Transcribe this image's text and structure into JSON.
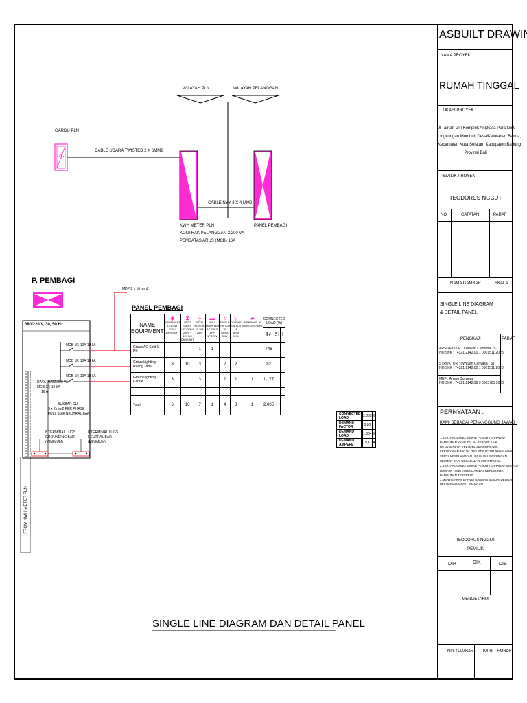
{
  "title_block": {
    "heading": "ASBUILT DRAWING",
    "nama_proyek_label": "NAMA PROYEK :",
    "nama_proyek": "RUMAH TINGGAL",
    "lokasi_label": "LOKASI PROYEK :",
    "lokasi_lines": [
      "Jl Taman Giri Komplek Angkasa Pura No 9",
      "Lingkungan Mumbul, Desa/Kelurahan Benoa,",
      "Kecamatan Kuta Selatan, Kabupaten Badung",
      "Provinsi Bali"
    ],
    "pemilik_label": "PEMILIK PROYEK",
    "pemilik": "TEODORUS NGGUT",
    "col_no": "NO",
    "col_catatan": "CATATAN",
    "col_paraf": "PARAF",
    "nama_gambar_label": "NAMA GAMBAR",
    "skala_label": "SKALA",
    "nama_gambar_lines": [
      "SINGLE LINE DIAGRAM",
      "& DETAIL PANEL"
    ],
    "pengkaji_label": "PENGKAJI",
    "paraf_label": "PARAF",
    "pengkaji": [
      {
        "role": "ARSITEKTUR",
        "name": ": I Wayan Cahyasa . ST",
        "skk": "NO.SKK     : 74321 2142.00 1 0001511 2023"
      },
      {
        "role": "STRUKTUR",
        "name": ": I Wayan Cahyasa . ST",
        "skk": "NO.SKK     : 74321 2142.00 1 0001511 2023"
      },
      {
        "role": "MEP",
        "name": ": Anang Suryana",
        "skk": "NO.SKK     : 74321 2142.99 9 0003781 2023"
      }
    ],
    "pernyataan_label": "PERNYATAAN :",
    "pernyataan_sub": "KAMI SEBAGAI PENANGGUNG JAWAB :",
    "pernyataan_items": [
      "1.BERTANGGUNG  JAWAB  PENUH  TERHADAP",
      "BANGUNAN  YANG  TELAH  BERDIRI  BAIK",
      "MENYANGKUT     KEKUATAN     KONSTRUKSI,",
      "KEKOKOHAN & KUALITAS STRUKTUR BANGUNAN",
      "SERTA KESELAMATAN UMUM DI LINGKUNGAN",
      "SEKITAR DARI KEGAGALAN KONSTRUKSI.",
      "2.BERTANGGUNG JAWAB PENUH TERHADAP SEGALA",
      "DAMPAK  YANG  TIMBUL  AKIBAT  BERDIRINYA",
      "BANGUNAN TERSEBUT.",
      "3.MENYATAKAN  BAHWA  GAMBAR  SESUAI  DENGAN",
      "PELAKSANAAN DI LAPANGAN"
    ],
    "signer": "TEODORUS NGGUT",
    "signer_role": "PEMILIK",
    "col_dip": "DIP",
    "col_dik": "DIK",
    "col_dis": "DIS",
    "mengetahui": "MENGETAHUI",
    "no_gambar": "NO. GAMBAR",
    "jml_lembar": "JMLH. LEMBAR"
  },
  "top_diagram": {
    "wilayah_pln": "WILAYAH PLN",
    "wilayah_pelanggan": "WILAYAH PELANGGAN",
    "gardu_pln": "GARDU PLN",
    "cable_udara": "CABLE UDARA TWISTED 2 X 6MM2",
    "cable_nyy": "CABLE NYY 3 X 4 MM2",
    "kwh_lines": [
      "KWH METER PLN",
      "KONTRAK PELANGGAN 2.200 VA",
      "PEMBATAS ARUS (MCB) 16A"
    ],
    "panel_pembagi": "PANEL PEMBAGI"
  },
  "panel_detail": {
    "p_pembagi": "P. PEMBAGI",
    "voltage": "380/220 V, 30, 50 Hz",
    "daya_lines": [
      "DAYA PLN 2.200 VA",
      "MCB 1P, 10 kA",
      "16 A"
    ],
    "mcb_labels": [
      "MCB 1P, 10A 10 kA",
      "MCB 1P, 10A 10 kA",
      "MCB 1P, 10A 10 kA"
    ],
    "busbar_lines": [
      "BUSBAR CU",
      "3 x 2 mm2 PER PHASE",
      "FULL SIZE NEUTRAL BAR"
    ],
    "grounding_lines": [
      "8 TERMINAL LUGS",
      "GROUNDING BAR",
      "(MINIMUM)"
    ],
    "neutral_lines": [
      "8 TERMINAL LUGS",
      "NEUTRAL BAR",
      "(MINIMUM)"
    ],
    "from_kwh": "FROM KWH METER PLN",
    "mdp_label": "MDP 2 x 16 mm2"
  },
  "table": {
    "title": "PANEL PEMBAGI",
    "name_equipment": "NAME EQUIPMENT",
    "equip_headers": [
      [
        "DOWNLIGHT",
        "LED 8W",
        "220V DAYLIGHT"
      ],
      [
        "SPOT LIGHT",
        "LED 3-5W 220V ~ 12V DC",
        "DAYLIGHT"
      ],
      [
        "STOP KONTAK",
        "1P 16A, 250V"
      ],
      [
        "WALL MOUNTED",
        "AC SPLIT 1HP",
        "1P 220V"
      ],
      [
        "SINGLE SWITCH",
        "1P 6A/9A 220V"
      ],
      [
        "DOUBLE SWITCH",
        "1P 6A/9A 220V"
      ],
      [
        "POMPA AIR 1P",
        "350W/220V/50HZ"
      ]
    ],
    "connected_load": "CONNECTED LOAD (W)",
    "phases": [
      "R",
      "S",
      "T"
    ],
    "rows": [
      {
        "name": "Group AC Split 1 PK",
        "vals": [
          "",
          "",
          "1",
          "1",
          "",
          "",
          ""
        ],
        "r": "746",
        "s": "",
        "t": ""
      },
      {
        "name": "Group Lighting Ruang Tamu",
        "vals": [
          "3",
          "10",
          "3",
          "",
          "2",
          "2",
          ""
        ],
        "r": "82",
        "s": "",
        "t": ""
      },
      {
        "name": "Group Lighting Kamar",
        "vals": [
          "3",
          "",
          "3",
          "",
          "2",
          "1",
          "1"
        ],
        "r": "1,177",
        "s": "",
        "t": ""
      }
    ],
    "total": {
      "name": "Total",
      "vals": [
        "6",
        "10",
        "7",
        "1",
        "4",
        "3",
        "1"
      ],
      "r": "2,005",
      "s": "",
      "t": ""
    },
    "summary": [
      {
        "label": "CONNECTED LOAD",
        "colon": ":",
        "value": "2,005",
        "unit": "W"
      },
      {
        "label": "DEMAND FACTOR",
        "colon": ":",
        "value": "0.80",
        "unit": ""
      },
      {
        "label": "DEMAND LOAD",
        "colon": ":",
        "value": "1,604",
        "unit": "W"
      },
      {
        "label": "DEMAND AMPERE",
        "colon": ":",
        "value": "9,1",
        "unit": "A"
      }
    ]
  },
  "drawing_title": "SINGLE LINE DIAGRAM DAN DETAIL PANEL",
  "colors": {
    "magenta": "#ff2bd4",
    "red": "#e8141e",
    "black": "#000000"
  }
}
